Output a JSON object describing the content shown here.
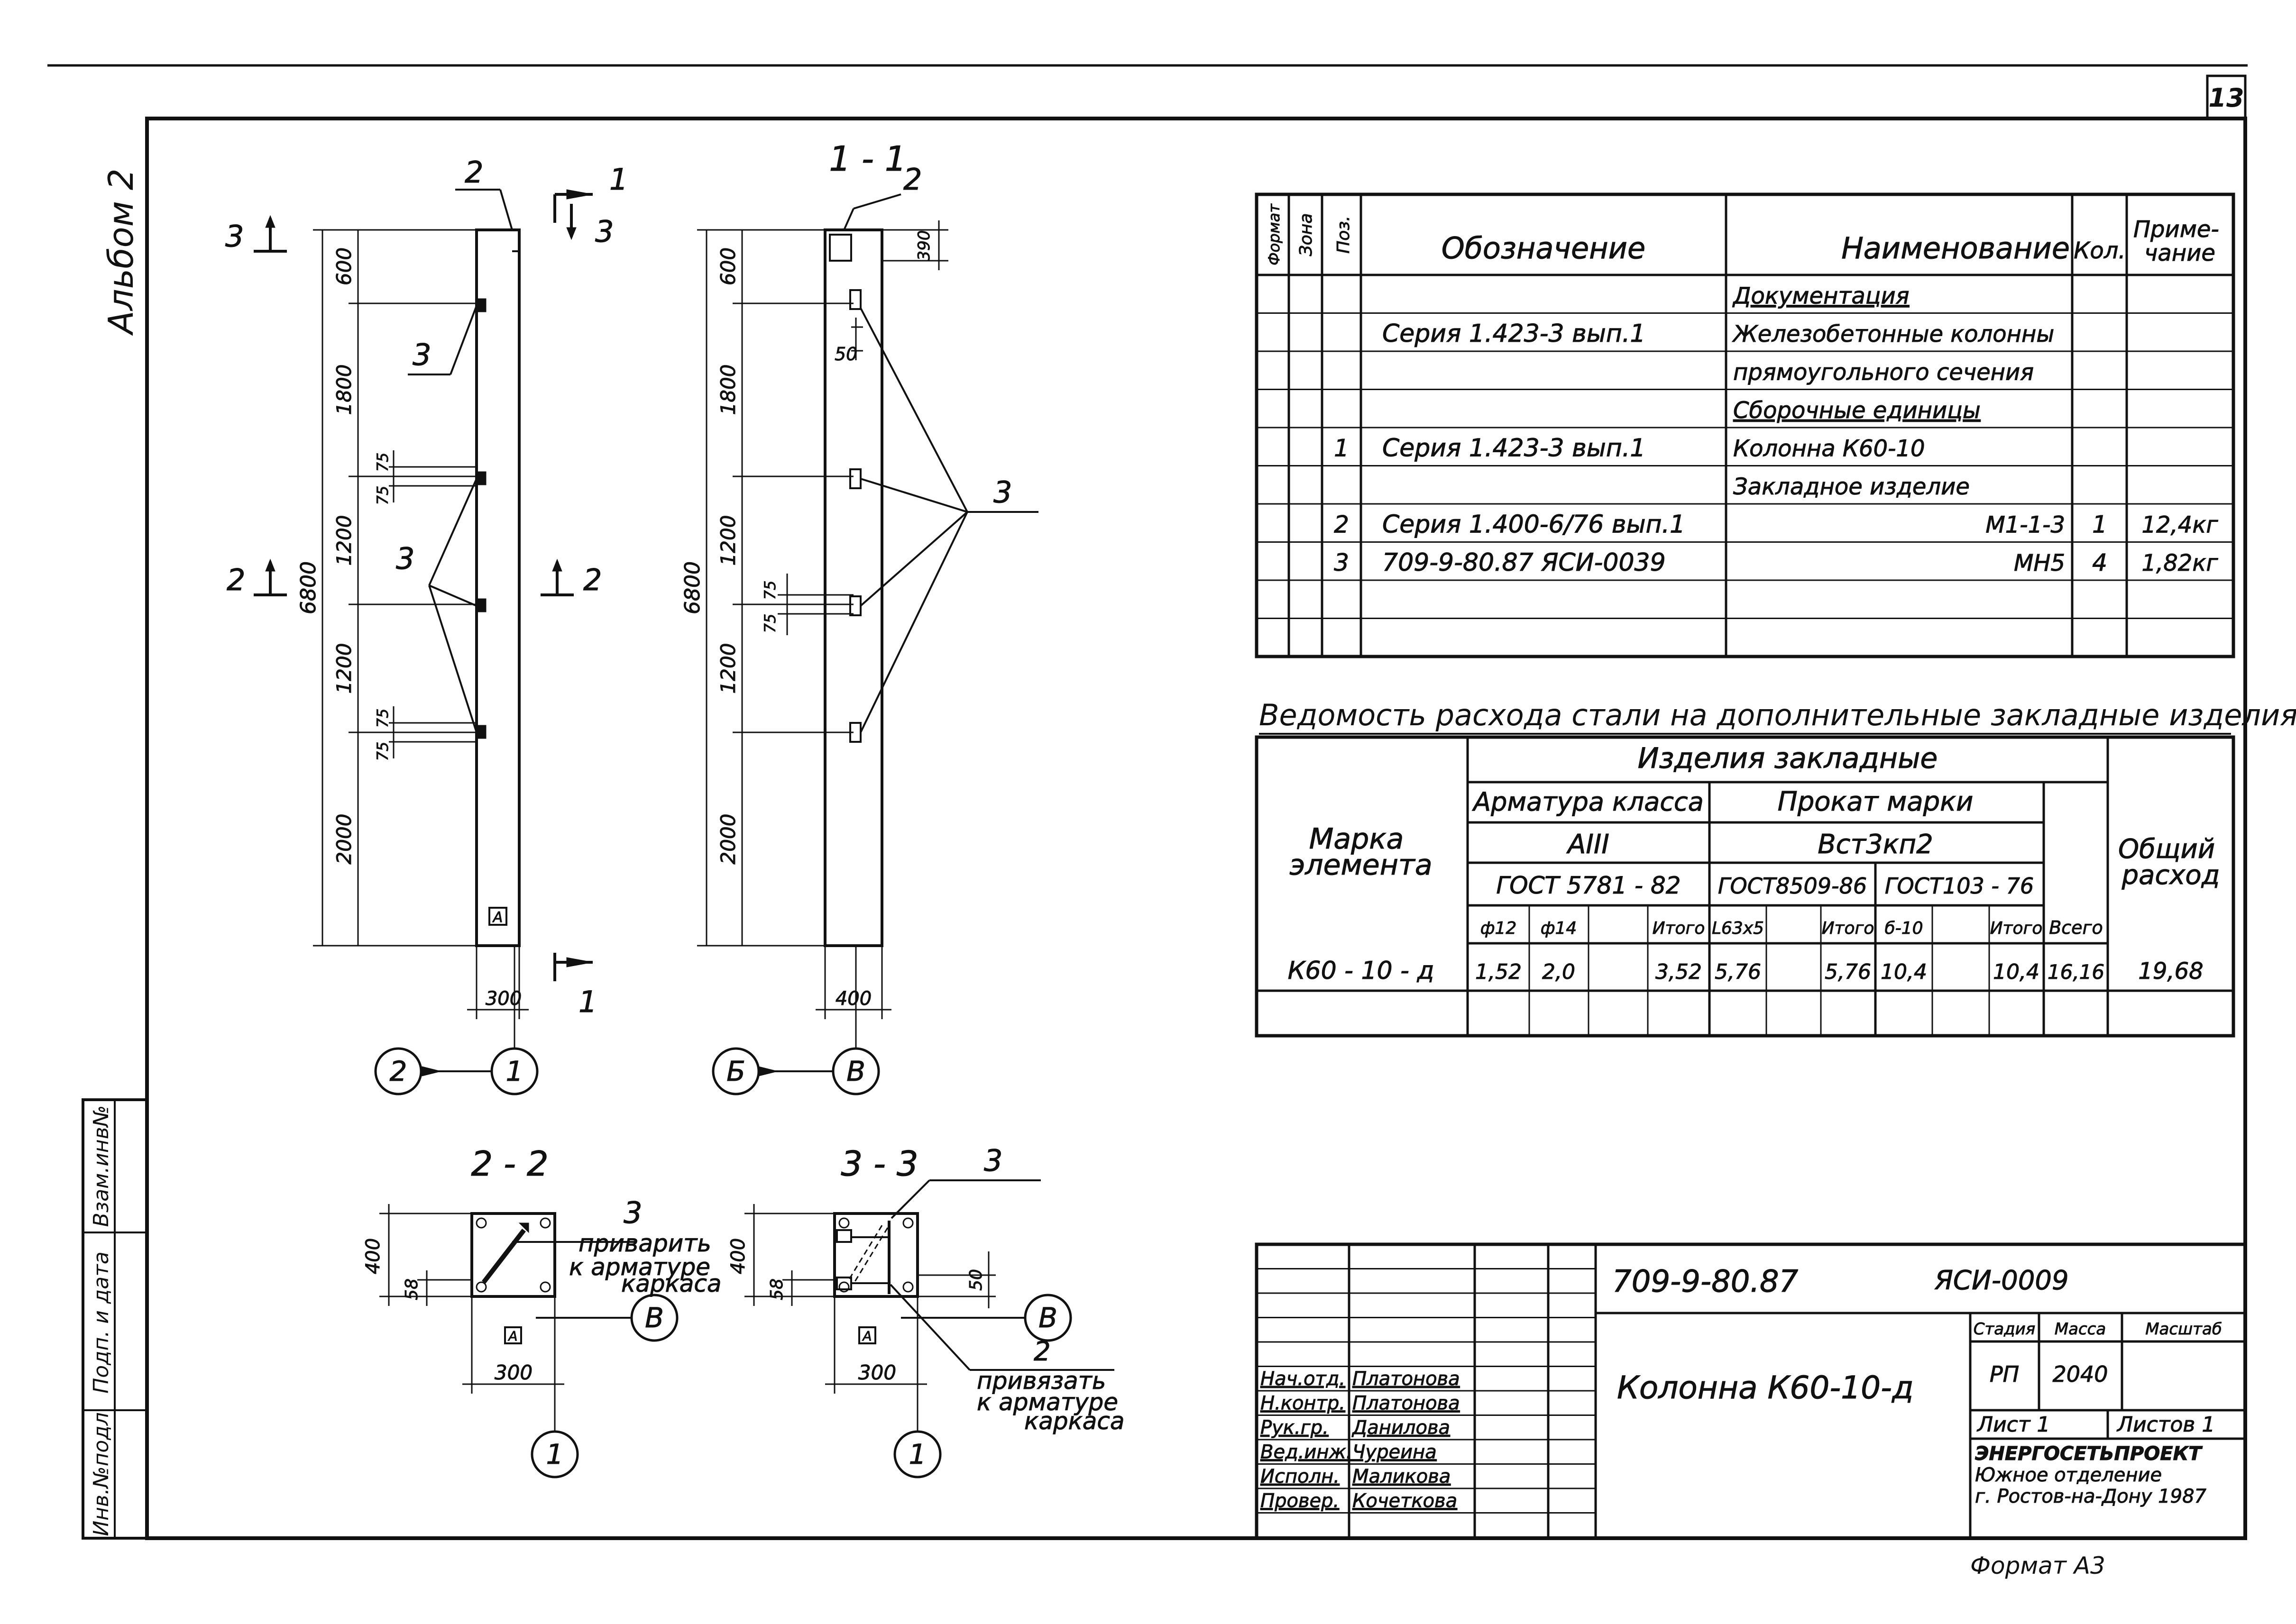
{
  "sheet": {
    "sheet_number": "13",
    "album_label": "Альбом 2",
    "format_label": "Формат А3",
    "left_stamp": {
      "inv_no_original": "Инв.№подл",
      "sign_date": "Подп. и дата",
      "replaces_inv": "Взам.инв№"
    }
  },
  "views": {
    "elevation": {
      "marks": {
        "cut3_left": "3",
        "cut2_left": "2",
        "cut2_right": "2",
        "cut1_top": "1",
        "cut1_bottom": "1",
        "cut3_right": "3",
        "pos2": "2",
        "pos3_upper": "3",
        "pos3_mid": "3"
      },
      "dims": {
        "d600": "600",
        "d1800": "1800",
        "d1200a": "1200",
        "d1200b": "1200",
        "d2000": "2000",
        "d6800": "6800",
        "d300": "300",
        "d75a": "75",
        "d75b": "75",
        "d75c": "75",
        "d75d": "75"
      },
      "mark_a": "А",
      "axis_left": "2",
      "axis_right": "1"
    },
    "section_11": {
      "title": "1 - 1",
      "marks": {
        "pos2": "2",
        "pos3": "3"
      },
      "dims": {
        "d600": "600",
        "d1800": "1800",
        "d1200a": "1200",
        "d1200b": "1200",
        "d2000": "2000",
        "d6800": "6800",
        "d400": "400",
        "d390": "390",
        "d50": "50",
        "d75a": "75",
        "d75b": "75"
      },
      "axis_left": "Б",
      "axis_right": "В"
    },
    "section_22": {
      "title": "2 - 2",
      "pos": "3",
      "note_weld": "приварить",
      "note_weld2": "к арматуре",
      "note_weld3": "каркаса",
      "d400": "400",
      "d58": "58",
      "d300": "300",
      "mark_a": "А",
      "axis_v": "В",
      "axis_1": "1"
    },
    "section_33": {
      "title": "3 - 3",
      "pos3": "3",
      "pos2": "2",
      "note_tie": "привязать",
      "note_tie2": "к арматуре",
      "note_tie3": "каркаса",
      "d400": "400",
      "d58": "58",
      "d50": "50",
      "d300": "300",
      "mark_a": "А",
      "axis_v": "В",
      "axis_1": "1"
    }
  },
  "spec_table": {
    "headers": {
      "format": "Формат",
      "zone": "Зона",
      "pos": "Поз.",
      "designation": "Обозначение",
      "name": "Наименование",
      "qty": "Кол.",
      "note": "Приме-\nчание"
    },
    "rows": [
      {
        "pos": "",
        "designation": "",
        "name": "Документация",
        "qty": "",
        "note": ""
      },
      {
        "pos": "",
        "designation": "Серия 1.423-3 вып.1",
        "name": "Железобетонные колонны",
        "qty": "",
        "note": ""
      },
      {
        "pos": "",
        "designation": "",
        "name": "прямоугольного сечения",
        "qty": "",
        "note": ""
      },
      {
        "pos": "",
        "designation": "",
        "name": "Сборочные единицы",
        "qty": "",
        "note": ""
      },
      {
        "pos": "1",
        "designation": "Серия 1.423-3 вып.1",
        "name": "Колонна К60-10",
        "qty": "",
        "note": ""
      },
      {
        "pos": "",
        "designation": "",
        "name": "Закладное изделие",
        "qty": "",
        "note": ""
      },
      {
        "pos": "2",
        "designation": "Серия 1.400-6/76 вып.1",
        "name": "М1-1-3",
        "qty": "1",
        "note": "12,4кг"
      },
      {
        "pos": "3",
        "designation": "709-9-80.87 ЯСИ-0039",
        "name": "МН5",
        "qty": "4",
        "note": "1,82кг"
      },
      {
        "pos": "",
        "designation": "",
        "name": "",
        "qty": "",
        "note": ""
      },
      {
        "pos": "",
        "designation": "",
        "name": "",
        "qty": "",
        "note": ""
      }
    ]
  },
  "steel_table": {
    "title": "Ведомость расхода стали на дополнительные закладные изделия, кг",
    "h_element": "Марка элемента",
    "h_items": "Изделия закладные",
    "h_rebar": "Арматура класса",
    "h_rebar_class": "АIII",
    "h_rebar_gost": "ГОСТ 5781 - 82",
    "h_rolled": "Прокат марки",
    "h_rolled_grade": "Вст3кп2",
    "h_rolled_gost1": "ГОСТ8509-86",
    "h_rolled_gost2": "ГОСТ103 - 76",
    "h_total_sum": "Всего",
    "h_overall": "Общий расход",
    "subcols": [
      "ф12",
      "ф14",
      "",
      "Итого",
      "L63х5",
      "",
      "Итого",
      "б-10",
      "",
      "Итого"
    ],
    "row": {
      "mark": "К60 - 10 - д",
      "cells": [
        "1,52",
        "2,0",
        "",
        "3,52",
        "5,76",
        "",
        "5,76",
        "10,4",
        "",
        "10,4"
      ],
      "total": "16,16",
      "overall": "19,68"
    }
  },
  "title_block": {
    "doc_code": "709-9-80.87",
    "doc_suffix": "ЯСИ-0009",
    "item_name": "Колонна К60-10-д",
    "stage_h": "Стадия",
    "mass_h": "Масса",
    "scale_h": "Масштаб",
    "stage": "РП",
    "mass": "2040",
    "sheet": "Лист 1",
    "sheets": "Листов 1",
    "org1": "ЭНЕРГОСЕТЬПРОЕКТ",
    "org2": "Южное отделение",
    "org3": "г. Ростов-на-Дону 1987",
    "staff": [
      {
        "role": "Нач.отд.",
        "name": "Платонова"
      },
      {
        "role": "Н.контр.",
        "name": "Платонова"
      },
      {
        "role": "Рук.гр.",
        "name": "Данилова"
      },
      {
        "role": "Вед.инж.",
        "name": "Чуреина"
      },
      {
        "role": "Исполн.",
        "name": "Маликова"
      },
      {
        "role": "Провер.",
        "name": "Кочеткова"
      }
    ]
  }
}
